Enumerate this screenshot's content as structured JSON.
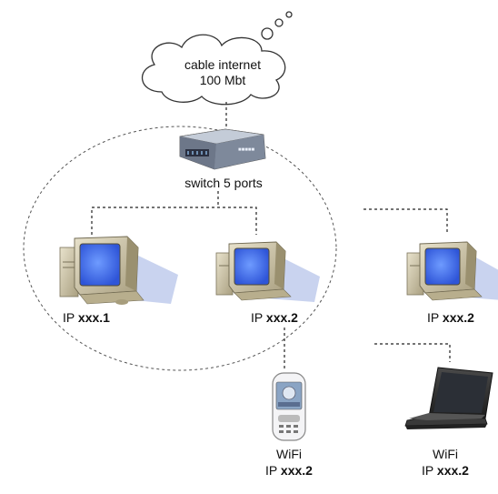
{
  "cloud": {
    "line1": "cable internet",
    "line2": "100 Mbt"
  },
  "switch": {
    "label": "switch 5 ports"
  },
  "pc1": {
    "prefix": "IP",
    "addr": "xxx.1"
  },
  "pc2": {
    "prefix": "IP",
    "addr": "xxx.2"
  },
  "pc3": {
    "prefix": "IP",
    "addr": "xxx.2"
  },
  "phone": {
    "type": "WiFi",
    "prefix": "IP",
    "addr": "xxx.2"
  },
  "laptop": {
    "type": "WiFi",
    "prefix": "IP",
    "addr": "xxx.2"
  },
  "colors": {
    "screen": "#3f6ff0",
    "case": "#c8c0a6",
    "shadow": "#c9d3ef",
    "link": "#222222"
  }
}
